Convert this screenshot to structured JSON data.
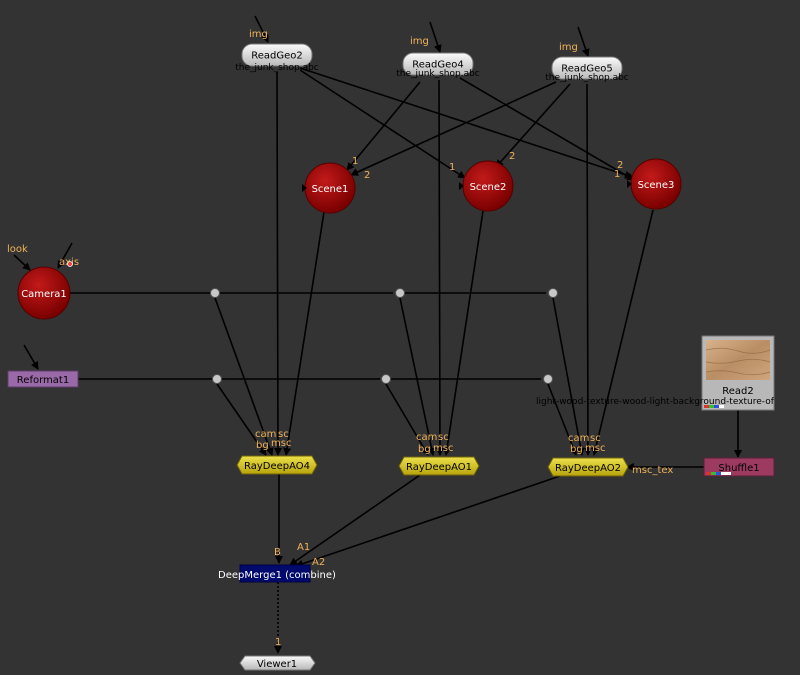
{
  "nodes": {
    "readgeo2": {
      "name": "ReadGeo2",
      "file": "the_junk_shop.abc",
      "input": "img"
    },
    "readgeo4": {
      "name": "ReadGeo4",
      "file": "the_junk_shop.abc",
      "input": "img"
    },
    "readgeo5": {
      "name": "ReadGeo5",
      "file": "the_junk_shop.abc",
      "input": "img"
    },
    "scene1": {
      "name": "Scene1"
    },
    "scene2": {
      "name": "Scene2"
    },
    "scene3": {
      "name": "Scene3"
    },
    "camera1": {
      "name": "Camera1",
      "input_look": "look",
      "input_axis": "axis"
    },
    "reformat1": {
      "name": "Reformat1"
    },
    "read2": {
      "name": "Read2",
      "file": "light-wood-texture-wood-light-background-texture-of"
    },
    "shuffle1": {
      "name": "Shuffle1"
    },
    "raydeepao4": {
      "name": "RayDeepAO4",
      "input_cam": "cam",
      "input_sc": "sc",
      "input_bg": "bg",
      "input_msc": "msc"
    },
    "raydeepao1": {
      "name": "RayDeepAO1",
      "input_cam": "cam",
      "input_sc": "sc",
      "input_bg": "bg",
      "input_msc": "msc"
    },
    "raydeepao2": {
      "name": "RayDeepAO2",
      "input_cam": "cam",
      "input_sc": "sc",
      "input_bg": "bg",
      "input_msc": "msc",
      "input_msc_tex": "msc_tex"
    },
    "deepmerge1": {
      "name": "DeepMerge1 (combine)",
      "input_b": "B",
      "input_a1": "A1",
      "input_a2": "A2"
    },
    "viewer1": {
      "name": "Viewer1",
      "input": "1"
    }
  },
  "edge_labels": {
    "one": "1",
    "two": "2"
  },
  "colors": {
    "background": "#333333",
    "scene_node": "#a00000",
    "readgeo_node": "#dcdcdc",
    "raydeepao_node": "#d4c21a",
    "reformat_node": "#9a6aa8",
    "shuffle_node": "#9c3a60",
    "deepmerge_node": "#000a6c",
    "label": "#f0b25a"
  }
}
